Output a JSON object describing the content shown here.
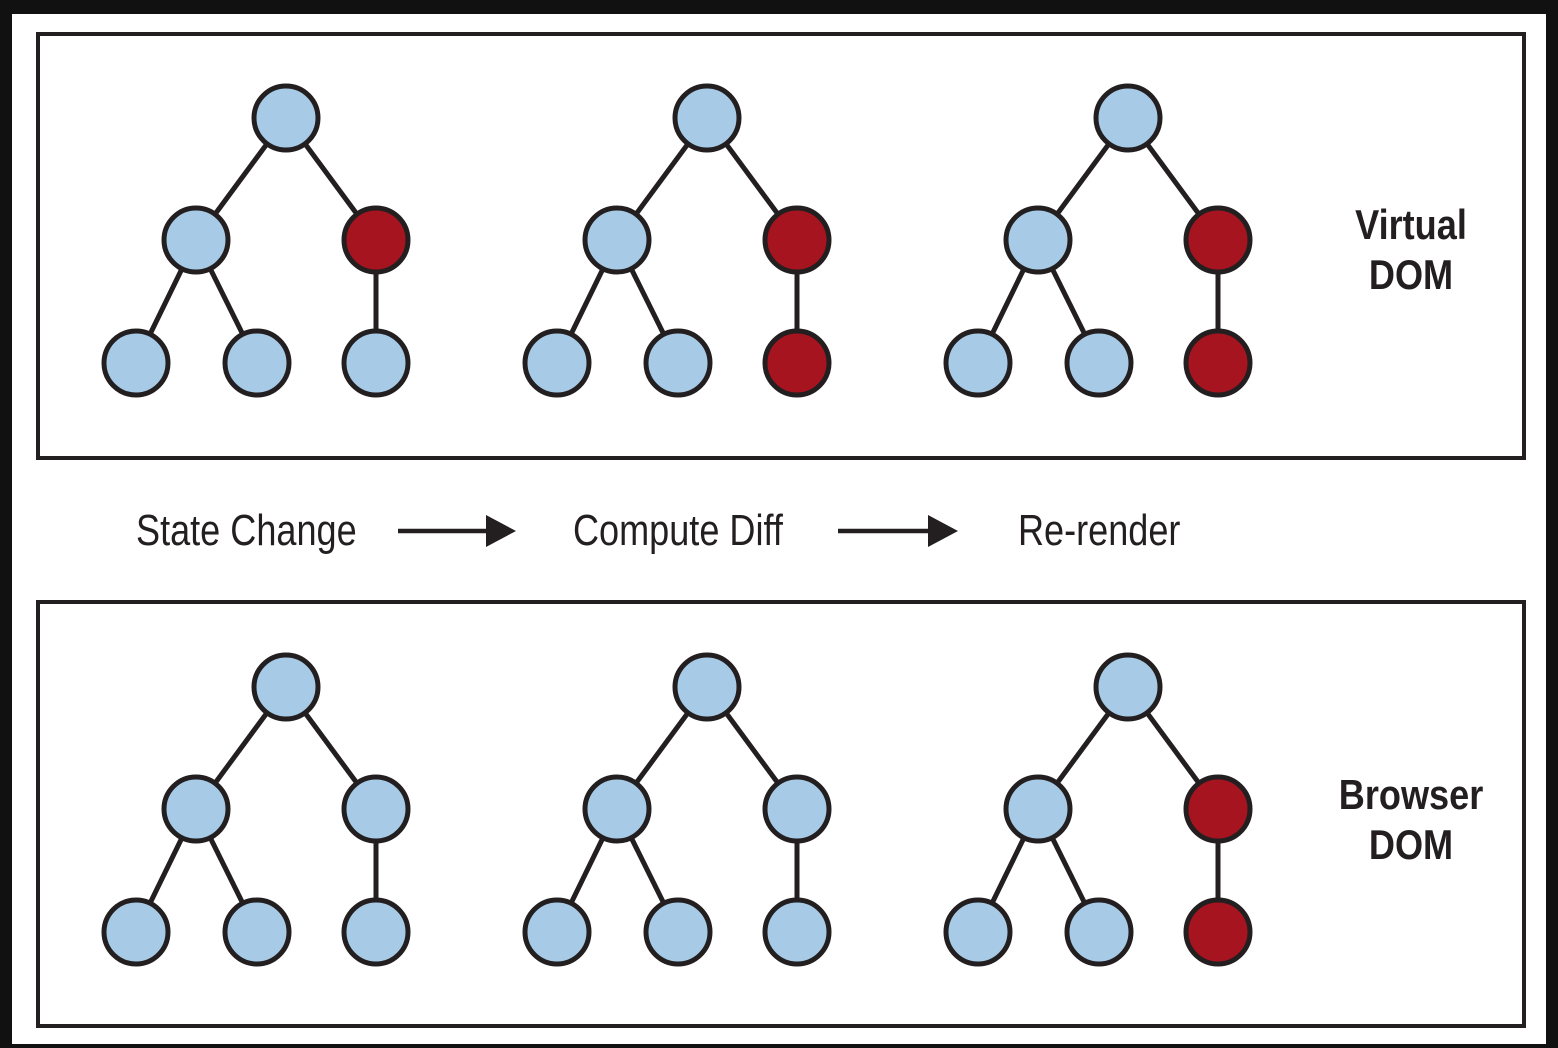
{
  "panels": {
    "top": {
      "label_line1": "Virtual",
      "label_line2": "DOM"
    },
    "bottom": {
      "label_line1": "Browser",
      "label_line2": "DOM"
    }
  },
  "steps": [
    {
      "label": "State Change"
    },
    {
      "label": "Compute Diff"
    },
    {
      "label": "Re-render"
    }
  ],
  "colors": {
    "node_fill": "#a7cbe6",
    "changed_fill": "#a6141f",
    "stroke": "#231f20"
  },
  "trees": {
    "virtual": [
      {
        "changed": [
          "right"
        ]
      },
      {
        "changed": [
          "right",
          "right-child"
        ]
      },
      {
        "changed": [
          "right",
          "right-child"
        ]
      }
    ],
    "browser": [
      {
        "changed": []
      },
      {
        "changed": []
      },
      {
        "changed": [
          "right",
          "right-child"
        ]
      }
    ]
  }
}
